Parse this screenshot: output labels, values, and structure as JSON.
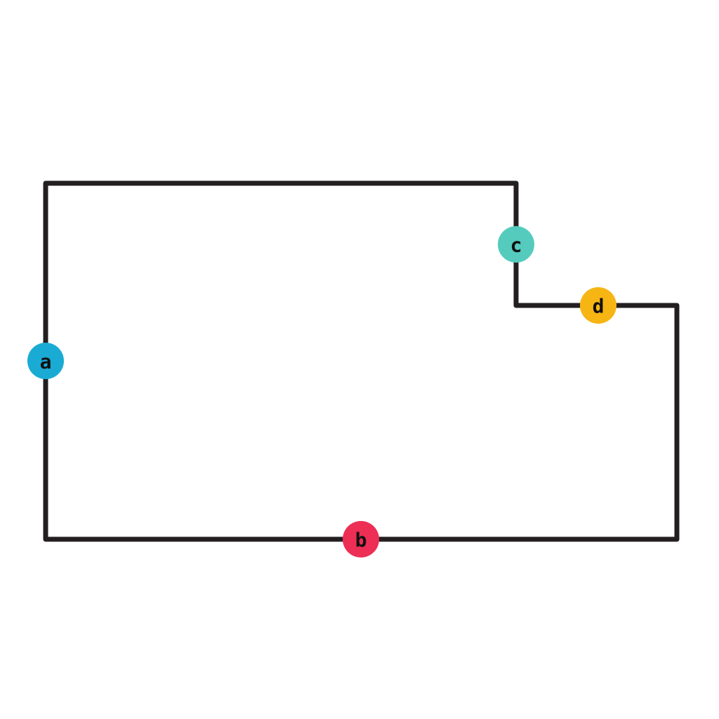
{
  "shape": {
    "kind": "l-shaped-polygon",
    "stroke_color": "#231f20"
  },
  "labels": [
    {
      "id": "a",
      "text": "a",
      "side": "left",
      "color": "#1aabd4"
    },
    {
      "id": "b",
      "text": "b",
      "side": "bottom",
      "color": "#ed2e55"
    },
    {
      "id": "c",
      "text": "c",
      "side": "inner-vertical",
      "color": "#55cbbe"
    },
    {
      "id": "d",
      "text": "d",
      "side": "inner-horizontal",
      "color": "#f7b514"
    }
  ]
}
